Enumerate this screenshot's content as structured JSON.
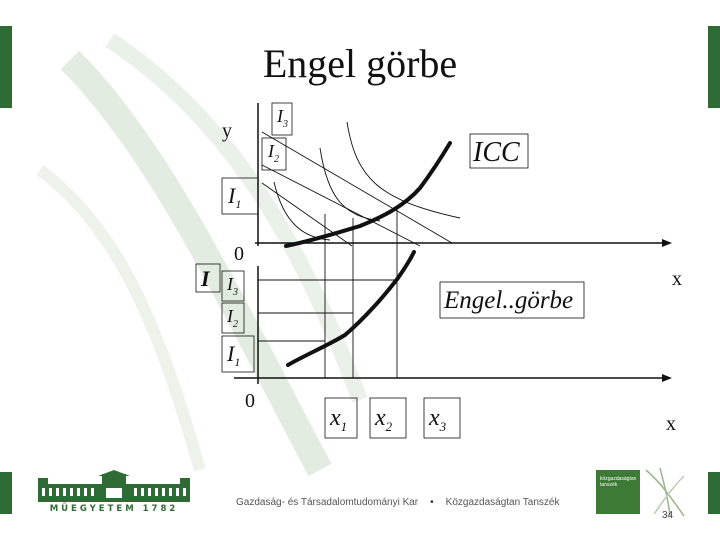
{
  "slide": {
    "title": "Engel görbe",
    "page_number": "34"
  },
  "upper_graph": {
    "y_axis_label": "y",
    "origin_label": "0",
    "x_axis_label": "x",
    "icc_label": "ICC",
    "income_labels": [
      {
        "base": "I",
        "sub": "3"
      },
      {
        "base": "I",
        "sub": "2"
      },
      {
        "base": "I",
        "sub": "1"
      }
    ]
  },
  "lower_graph": {
    "y_axis_label": "I",
    "origin_label": "0",
    "x_axis_label": "x",
    "engel_label": "Engel..görbe",
    "income_labels": [
      {
        "base": "I",
        "sub": "3"
      },
      {
        "base": "I",
        "sub": "2"
      },
      {
        "base": "I",
        "sub": "1"
      }
    ],
    "quantity_labels": [
      {
        "base": "x",
        "sub": "1"
      },
      {
        "base": "x",
        "sub": "2"
      },
      {
        "base": "x",
        "sub": "3"
      }
    ]
  },
  "footer": {
    "university": "MŰEGYETEM 1782",
    "faculty": "Gazdaság- és Társadalomtudományi Kar",
    "separator": "•",
    "department": "Közgazdaságtan Tanszék",
    "badge_line1": "közgazdaságtan",
    "badge_line2": "tanszék"
  },
  "colors": {
    "brand_green": "#2f6b34",
    "swirl_green": "#dfe9dc"
  }
}
